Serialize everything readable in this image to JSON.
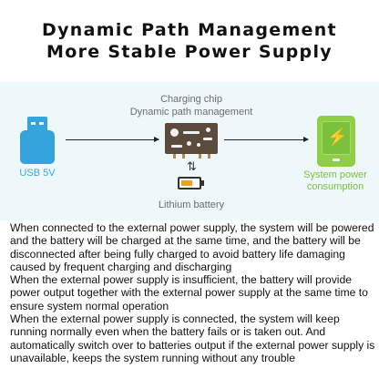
{
  "header": {
    "title_line1": "Dynamic Path Management",
    "title_line2": "More Stable Power Supply"
  },
  "diagram": {
    "usb": {
      "label": "USB 5V",
      "icon": "usb-plug-icon",
      "color": "#35a4dd"
    },
    "chip": {
      "label_line1": "Charging chip",
      "label_line2": "Dynamic path management",
      "icon": "circuit-chip-icon"
    },
    "swap_arrows": "⇅",
    "battery": {
      "label": "Lithium battery",
      "icon": "battery-icon",
      "fill_color": "#f0a21d"
    },
    "system": {
      "label_line1": "System power",
      "label_line2": "consumption",
      "icon": "power-device-icon",
      "color": "#7cc13e",
      "bolt": "⚡"
    }
  },
  "description": {
    "paragraphs": [
      "When connected to the external power supply, the system will be powered and the battery will be charged at the same time, and the battery will be disconnected after being fully charged to avoid battery life damaging caused by frequent charging and discharging",
      "When the external power supply is insufficient, the battery will provide power output together with the external power supply at the same time to ensure system normal operation",
      "When the external power supply is connected, the system will keep running normally even when the battery fails or is taken out. And automatically switch over to batteries output if the external power supply is unavailable, keeps the system running without any trouble"
    ]
  }
}
